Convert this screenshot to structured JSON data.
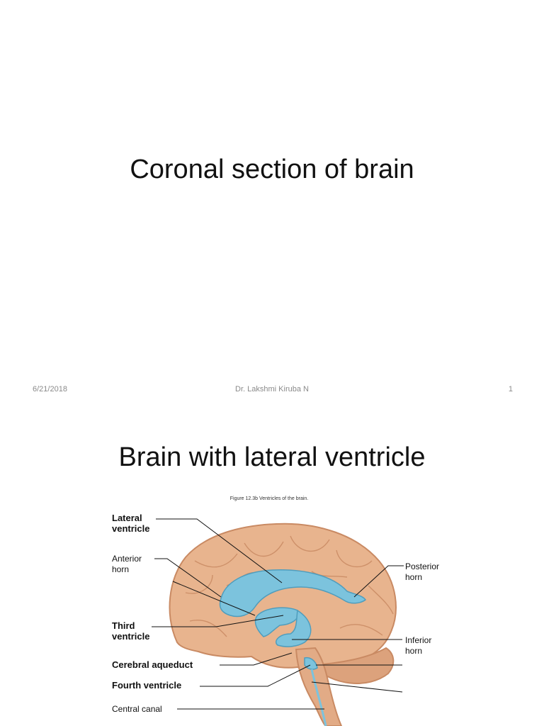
{
  "slide1": {
    "title": "Coronal section of brain",
    "footer": {
      "date": "6/21/2018",
      "author": "Dr. Lakshmi Kiruba N",
      "page": "1"
    }
  },
  "slide2": {
    "title": "Brain  with lateral ventricle",
    "figure_caption": "Figure 12.3b  Ventricles of the brain.",
    "labels": {
      "lateral_ventricle_1": "Lateral",
      "lateral_ventricle_2": "ventricle",
      "anterior_horn_1": "Anterior",
      "anterior_horn_2": "horn",
      "third_ventricle_1": "Third",
      "third_ventricle_2": "ventricle",
      "cerebral_aqueduct": "Cerebral aqueduct",
      "fourth_ventricle": "Fourth ventricle",
      "central_canal": "Central canal",
      "posterior_horn_1": "Posterior",
      "posterior_horn_2": "horn",
      "inferior_horn_1": "Inferior",
      "inferior_horn_2": "horn"
    },
    "colors": {
      "brain": "#e8b48e",
      "brain_shadow": "#c98a63",
      "ventricle": "#7cc3dd",
      "ventricle_edge": "#4f9dbd",
      "leader_line": "#111111"
    }
  }
}
